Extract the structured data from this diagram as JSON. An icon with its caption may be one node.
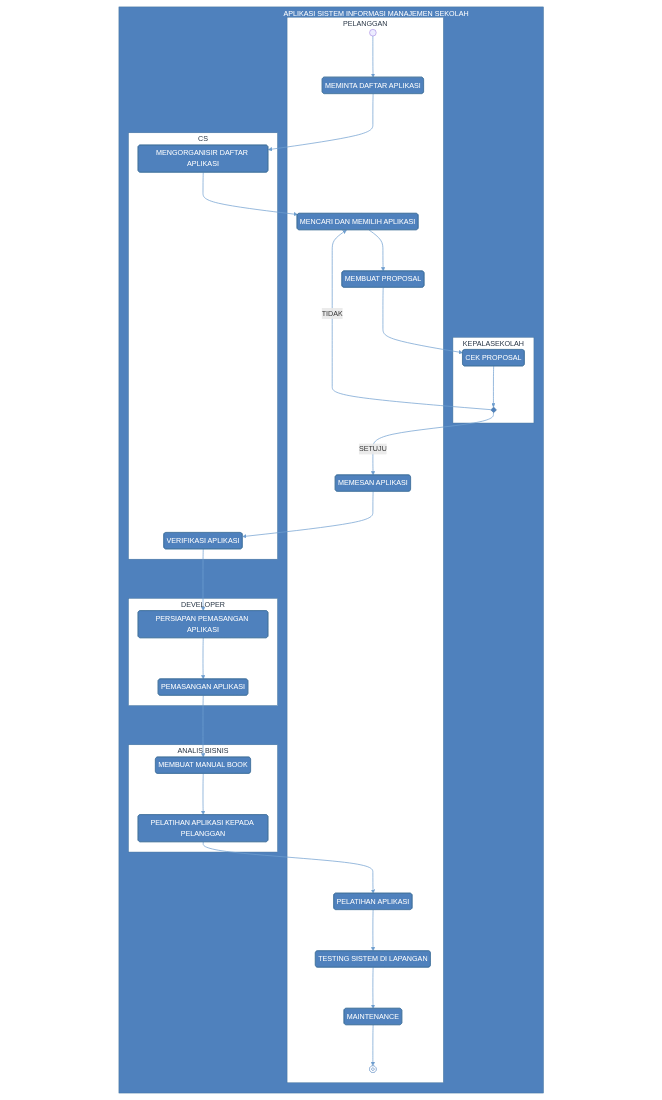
{
  "diagram": {
    "nodes": [
      {
        "text": [
          "APLIKASI SISTEM INFORMASI MANAJEMEN SEKOLAH"
        ]
      },
      {
        "text": [
          "KEPALASEKOLAH"
        ],
        "in": 0
      },
      {
        "text": [
          "PELANGGAN"
        ],
        "in": 0
      },
      {
        "text": [
          "CS"
        ],
        "in": 0
      },
      {
        "text": [
          "DEVELOPER"
        ],
        "in": 0
      },
      {
        "text": [
          "ANALIS BISNIS"
        ],
        "in": 0
      },
      {
        "text": [],
        "shape": "circle",
        "in": 2
      },
      {
        "text": [
          "MEMINTA DAFTAR APLIKASI"
        ],
        "in": 2
      },
      {
        "text": [
          "MENGORGANISIR DAFTAR APLIKASI"
        ],
        "in": 3
      },
      {
        "text": [
          "MENCARI DAN MEMILIH APLIKASI"
        ],
        "in": 2
      },
      {
        "text": [
          "MEMBUAT PROPOSAL"
        ],
        "in": 2
      },
      {
        "text": [
          "CEK PROPOSAL"
        ],
        "in": 1
      },
      {
        "text": [],
        "shape": "diamond",
        "in": 1
      },
      {
        "text": [
          "MEMESAN APLIKASI"
        ],
        "in": 2
      },
      {
        "text": [
          "VERIFIKASI APLIKASI"
        ],
        "in": 3
      },
      {
        "text": [
          "PERSIAPAN PEMASANGAN APLIKASI"
        ],
        "in": 4
      },
      {
        "text": [
          "PEMASANGAN APLIKASI"
        ],
        "in": 4
      },
      {
        "text": [
          "MEMBUAT MANUAL BOOK"
        ],
        "in": 5
      },
      {
        "text": [
          "PELATIHAN APLIKASI"
        ],
        "in": 2
      },
      {
        "text": [
          "PELATIHAN APLIKASI KEPADA PELANGGAN"
        ],
        "in": 5
      },
      {
        "text": [
          "TESTING SISTEM DI LAPANGAN"
        ],
        "in": 2
      },
      {
        "text": [
          "MAINTENANCE"
        ],
        "in": 2
      },
      {
        "text": [],
        "shape": "ring",
        "in": 2
      }
    ],
    "edges": [
      {
        "from": 6,
        "to": 7,
        "arrow": "to"
      },
      {
        "from": 7,
        "to": 8,
        "arrow": "to"
      },
      {
        "from": 8,
        "to": 9,
        "arrow": "to"
      },
      {
        "from": 9,
        "to": 10,
        "arrow": "to"
      },
      {
        "from": 10,
        "to": 11,
        "arrow": "to"
      },
      {
        "from": 11,
        "to": 12,
        "arrow": "to"
      },
      {
        "from": 12,
        "to": 9,
        "arrow": "to",
        "label": "TIDAK"
      },
      {
        "from": 12,
        "to": 13,
        "arrow": "to",
        "label": "SETUJU"
      },
      {
        "from": 13,
        "to": 14,
        "arrow": "to"
      },
      {
        "from": 14,
        "to": 15,
        "arrow": "to"
      },
      {
        "from": 15,
        "to": 16,
        "arrow": "to"
      },
      {
        "from": 16,
        "to": 17,
        "arrow": "to"
      },
      {
        "from": 17,
        "to": 19,
        "arrow": "to"
      },
      {
        "from": 19,
        "to": 18,
        "arrow": "to"
      },
      {
        "from": 18,
        "to": 20,
        "arrow": "to"
      },
      {
        "from": 20,
        "to": 21,
        "arrow": "to"
      },
      {
        "from": 21,
        "to": 22,
        "arrow": "to"
      }
    ]
  }
}
